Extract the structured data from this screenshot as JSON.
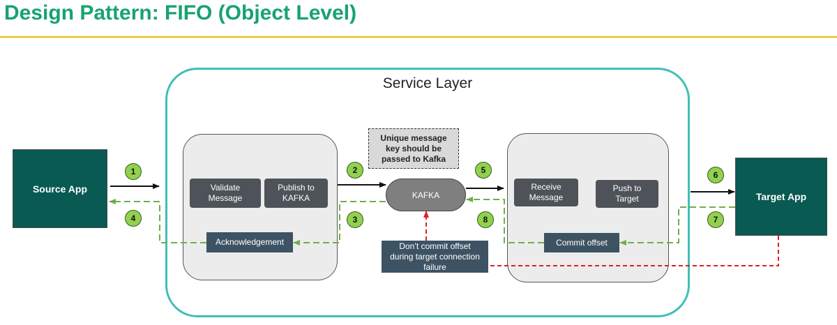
{
  "title": "Design Pattern: FIFO (Object Level)",
  "service_layer_label": "Service Layer",
  "source_app": "Source App",
  "target_app": "Target App",
  "producer": {
    "validate": "Validate\nMessage",
    "publish": "Publish to\nKAFKA",
    "ack": "Acknowledgement"
  },
  "kafka": "KAFKA",
  "note": "Unique message\nkey should be\npassed to Kafka",
  "consumer": {
    "receive": "Receive\nMessage",
    "push": "Push to\nTarget",
    "commit": "Commit offset"
  },
  "failure_note": "Don’t commit offset\nduring target connection\nfailure",
  "steps": [
    "1",
    "2",
    "3",
    "4",
    "5",
    "6",
    "7",
    "8"
  ],
  "colors": {
    "title": "#17a36f",
    "title_rule": "#e6b800",
    "service_border": "#3fbfb6",
    "app_fill": "#085a52",
    "badge_fill": "#92d050",
    "dashed_green": "#70ad47",
    "dashed_red": "#e02020"
  }
}
